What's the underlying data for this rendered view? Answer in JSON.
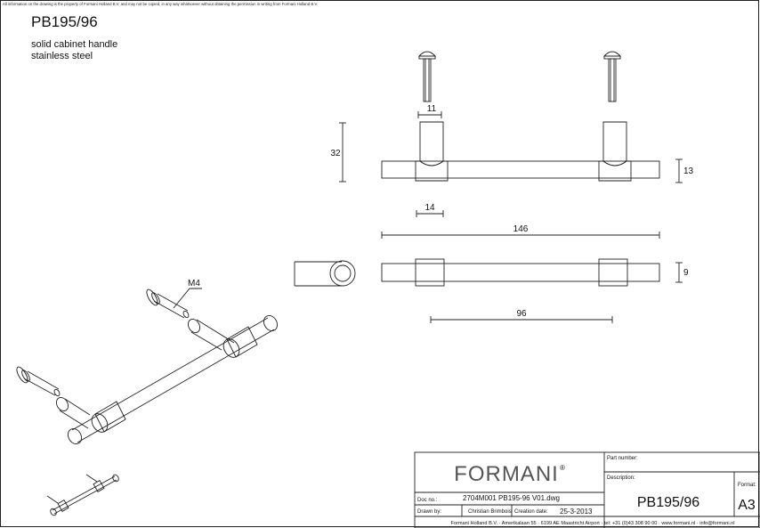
{
  "disclaimer": "All information on the drawing is the property of Formani Holland B.V. and may not be copied, in any way whatsoever without obtaining the permission in writing from Formani Holland B.V.",
  "header": {
    "title": "PB195/96",
    "line1": "solid cabinet handle",
    "line2": "stainless steel"
  },
  "dims": {
    "d11": "11",
    "d32": "32",
    "d13": "13",
    "d14": "14",
    "d146": "146",
    "d9": "9",
    "d96": "96",
    "m4": "M4"
  },
  "titleblock": {
    "logo": "FORMANI",
    "reg": "®",
    "part_number_label": "Part number:",
    "description_label": "Description:",
    "description": "PB195/96",
    "format_label": "Format:",
    "format": "A3",
    "doc_no_label": "Doc no.:",
    "doc_no": "2704M001 PB195-96 V01.dwg",
    "drawn_by_label": "Drawn by:",
    "drawn_by": "Christian Brimbois",
    "creation_date_label": "Creation date:",
    "creation_date": "25-3-2013",
    "footer": "Formani Holland B.V. · Amerikalaan 55 · 6199 AE Maastricht Airport · tel: +31 (0)43 308 90 00 · www.formani.nl · info@formani.nl"
  }
}
